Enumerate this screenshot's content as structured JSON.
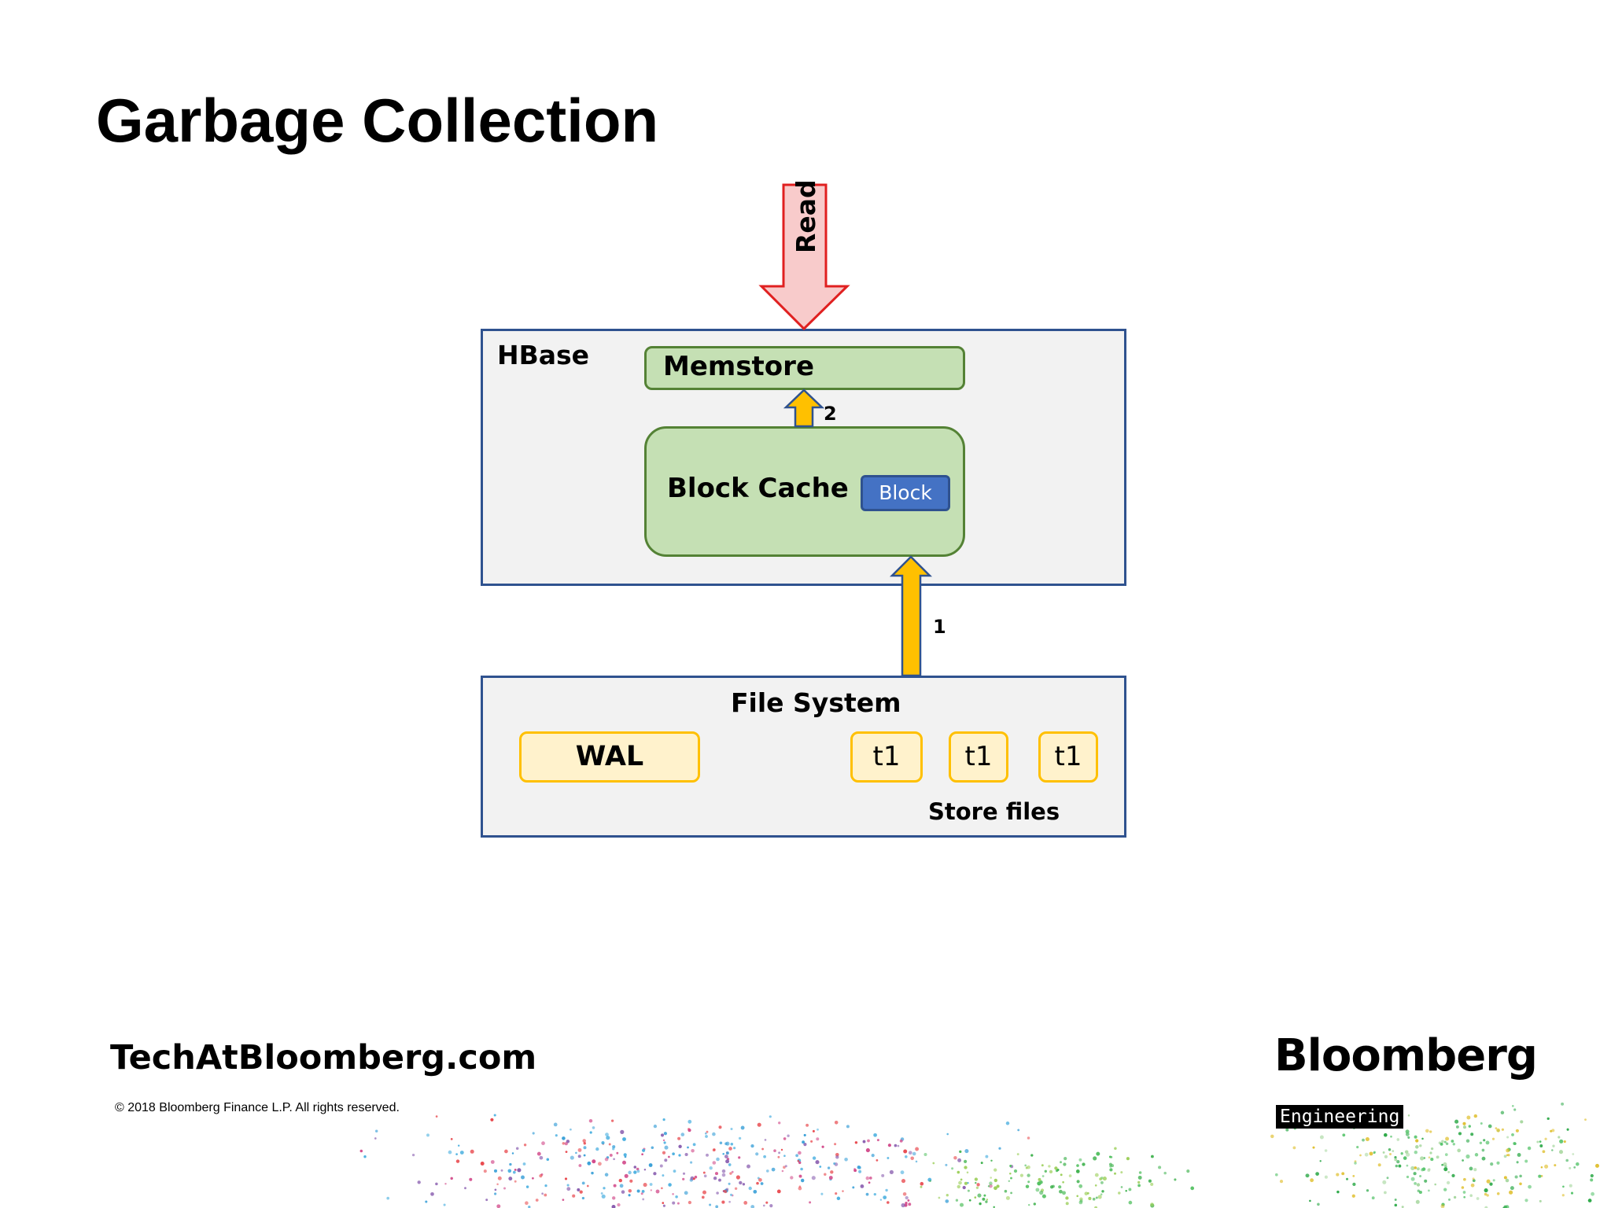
{
  "slide": {
    "title": "Garbage Collection"
  },
  "diagram": {
    "read_label": "Read",
    "hbase_label": "HBase",
    "memstore_label": "Memstore",
    "block_cache_label": "Block Cache",
    "block_label": "Block",
    "step2_label": "2",
    "step1_label": "1",
    "file_system_label": "File System",
    "wal_label": "WAL",
    "store_file_labels": [
      "t1",
      "t1",
      "t1"
    ],
    "store_files_label": "Store files"
  },
  "footer": {
    "site_url": "TechAtBloomberg.com",
    "copyright": "© 2018 Bloomberg Finance L.P. All rights reserved.",
    "logo_word": "Bloomberg",
    "logo_sub": "Engineering"
  },
  "colors": {
    "read_arrow_fill": "#f8cbcb",
    "read_arrow_stroke": "#e02020",
    "flow_arrow_fill": "#ffc000",
    "flow_arrow_stroke": "#2f528f",
    "panel_border": "#2f528f",
    "green_fill": "#c5e0b4",
    "block_fill": "#4472c4",
    "yellow_fill": "#fff2cc"
  }
}
